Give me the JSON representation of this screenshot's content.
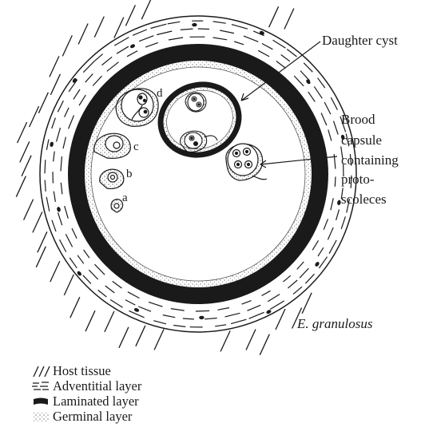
{
  "labels": {
    "daughter_cyst": "Daughter cyst",
    "brood_capsule": [
      "Brood",
      "capsule",
      "containing",
      "proto-",
      "scoleces"
    ],
    "stage_a": "a",
    "stage_b": "b",
    "stage_c": "c",
    "stage_d": "d",
    "species": "E. granulosus"
  },
  "legend": [
    {
      "symbol": "host-tissue-hatch-icon",
      "label": "Host tissue"
    },
    {
      "symbol": "adventitial-dash-icon",
      "label": "Adventitial layer"
    },
    {
      "symbol": "laminated-black-icon",
      "label": "Laminated layer"
    },
    {
      "symbol": "germinal-dots-icon",
      "label": "Germinal layer"
    }
  ],
  "colors": {
    "ink": "#1a1a1a",
    "background": "#ffffff"
  }
}
